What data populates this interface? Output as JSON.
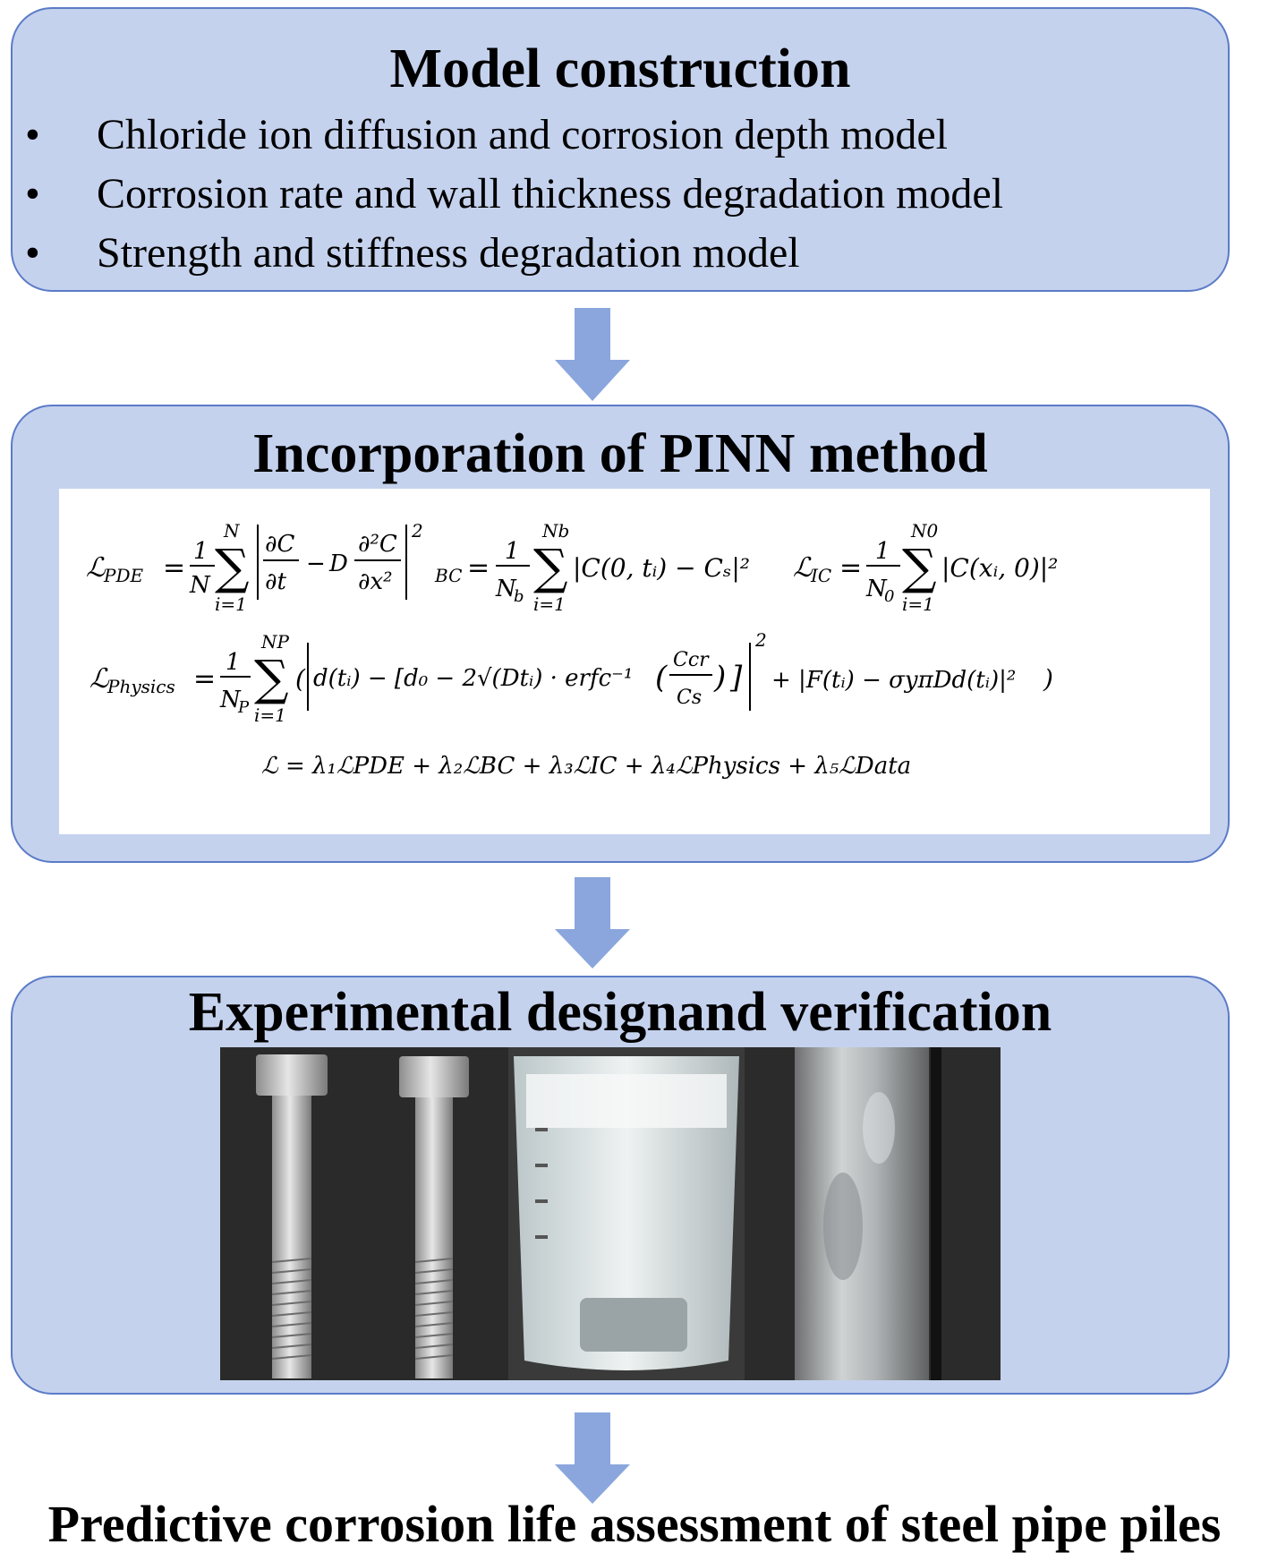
{
  "stage1": {
    "title": "Model construction",
    "bullet_glyph": "•",
    "items": [
      "Chloride ion diffusion and corrosion depth model",
      "Corrosion rate and wall thickness degradation model",
      "Strength and stiffness degradation model"
    ]
  },
  "stage2": {
    "title": "Incorporation of PINN method",
    "equations": {
      "l_pde_sym": "ℒ",
      "l_pde_sub": "PDE",
      "l_pde_upper": "N",
      "l_pde_lower": "i=1",
      "l_pde_body": "∂C/∂t − D ∂²C/∂x²",
      "l_bc_sub": "BC",
      "l_bc_upper": "Nb",
      "l_bc_lower": "i=1",
      "l_bc_body": "|C(0, tᵢ) − Cₛ|²",
      "l_ic_sym": "ℒ",
      "l_ic_sub": "IC",
      "l_ic_upper": "N0",
      "l_ic_lower": "i=1",
      "l_ic_body": "|C(xᵢ, 0)|²",
      "l_phys_sym": "ℒ",
      "l_phys_sub": "Physics",
      "l_phys_upper": "NP",
      "l_phys_lower": "i=1",
      "l_phys_body_1": "d(tᵢ) − [d₀ − 2√(Dtᵢ) · erfc⁻¹",
      "l_phys_frac_num": "Ccr",
      "l_phys_frac_den": "Cs",
      "l_phys_body_2": "+ |F(tᵢ) − σyπDd(tᵢ)|²",
      "l_total": "ℒ = λ₁ℒPDE + λ₂ℒBC + λ₃ℒIC + λ₄ℒPhysics + λ₅ℒData"
    }
  },
  "stage3": {
    "title": "Experimental designand verification",
    "photos": [
      "bolt-pair-photo",
      "beaker-photo",
      "pipe-pile-photo"
    ]
  },
  "final": {
    "text": "Predictive corrosion life assessment of steel pipe piles"
  },
  "colors": {
    "box_fill": "#c5d2ee",
    "box_border": "#5b7bc7",
    "arrow": "#8aa6dd"
  }
}
